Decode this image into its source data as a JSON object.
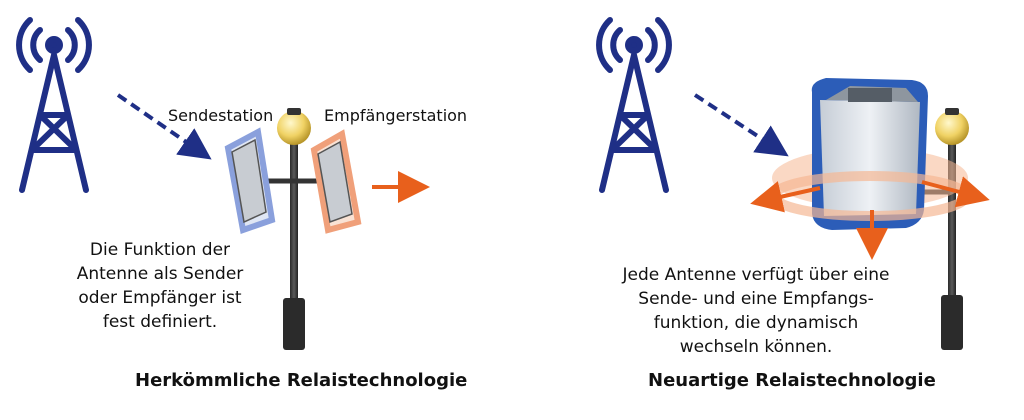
{
  "left_panel": {
    "label_send": "Sendestation",
    "label_receive": "Empfängerstation",
    "description": [
      "Die Funktion der",
      "Antenne als Sender",
      "oder Empfänger ist",
      "fest definiert."
    ],
    "title": "Herkömmliche Relaistechnologie"
  },
  "right_panel": {
    "description": [
      "Jede Antenne verfügt über eine",
      "Sende- und eine Empfangs-",
      "funktion, die dynamisch",
      "wechseln können."
    ],
    "title": "Neuartige Relaistechnologie"
  },
  "colors": {
    "tower_blue": "#1f2f86",
    "arrow_orange": "#e8601c",
    "send_outline": "#8aa0dc",
    "receive_outline": "#f0a07a",
    "device_blue": "#2c5db8"
  },
  "icons": [
    "radio-tower-icon",
    "street-lamp-icon",
    "antenna-panel-icon",
    "relay-box-icon"
  ]
}
